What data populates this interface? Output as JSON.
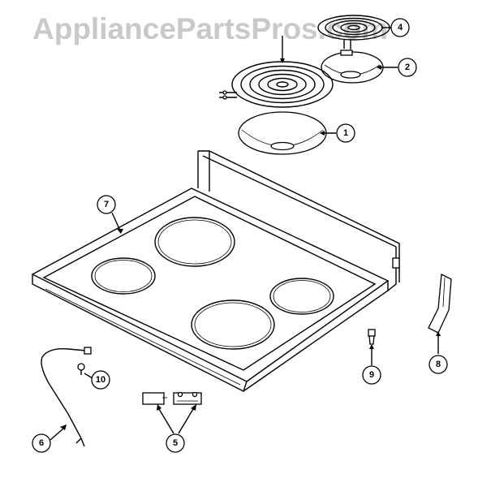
{
  "watermark": {
    "text": "AppliancePartsPros.com"
  },
  "callouts": [
    {
      "id": "c1",
      "label": "1"
    },
    {
      "id": "c2",
      "label": "2"
    },
    {
      "id": "c4",
      "label": "4"
    },
    {
      "id": "c5",
      "label": "5"
    },
    {
      "id": "c6",
      "label": "6"
    },
    {
      "id": "c7",
      "label": "7"
    },
    {
      "id": "c8",
      "label": "8"
    },
    {
      "id": "c9",
      "label": "9"
    },
    {
      "id": "c10",
      "label": "10"
    }
  ]
}
